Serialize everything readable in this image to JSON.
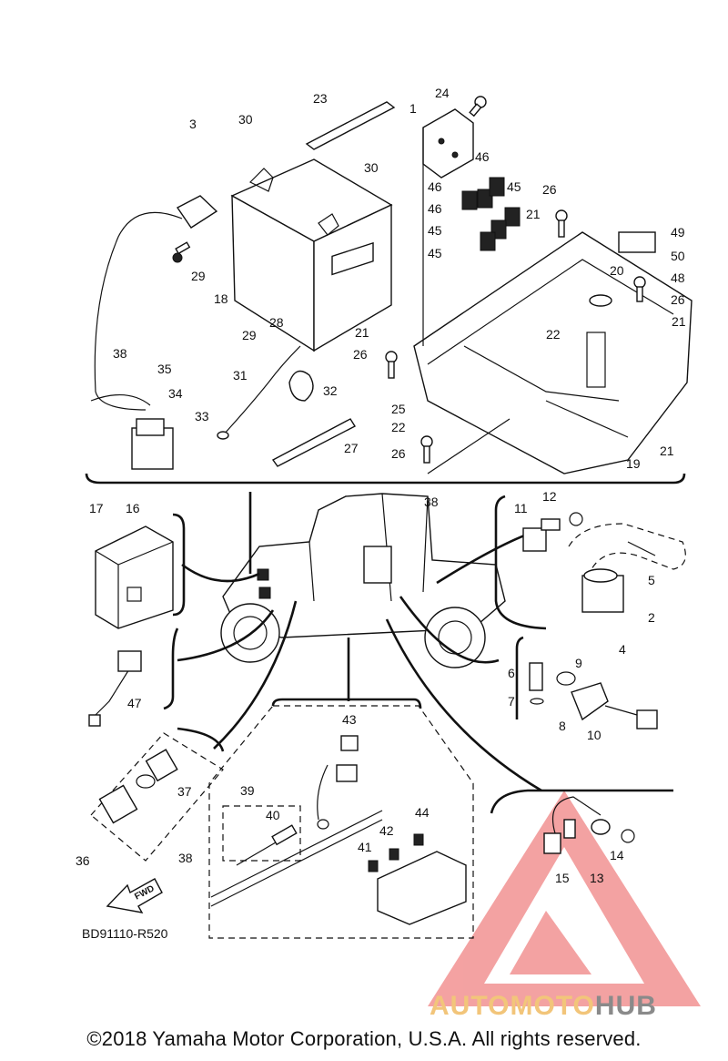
{
  "diagram": {
    "code": "BD91110-R520",
    "fwd_label": "FWD",
    "callouts": [
      "1",
      "2",
      "3",
      "4",
      "5",
      "6",
      "7",
      "8",
      "9",
      "10",
      "11",
      "12",
      "13",
      "14",
      "15",
      "16",
      "17",
      "18",
      "19",
      "20",
      "21",
      "22",
      "23",
      "24",
      "25",
      "26",
      "27",
      "28",
      "29",
      "30",
      "31",
      "32",
      "33",
      "34",
      "35",
      "36",
      "37",
      "38",
      "39",
      "40",
      "41",
      "42",
      "43",
      "44",
      "45",
      "46",
      "47",
      "48",
      "49",
      "50"
    ]
  },
  "watermark": {
    "text_auto": "AUTO",
    "text_moto": "MOTO",
    "text_hub": "HUB",
    "colors": {
      "auto": "#f2c57a",
      "moto": "#f2c57a",
      "hub": "#8a8a8a",
      "triangle": "#ee6a6a"
    }
  },
  "footer": {
    "copyright": "©2018 Yamaha Motor Corporation, U.S.A. All rights reserved."
  }
}
